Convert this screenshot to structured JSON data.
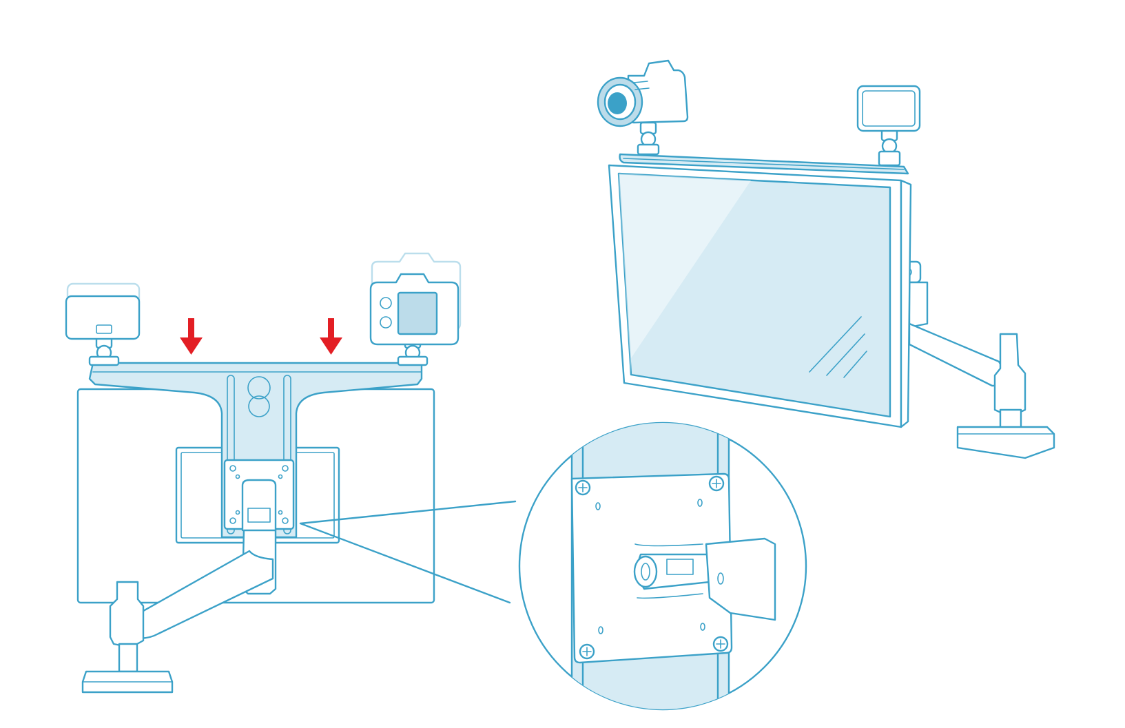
{
  "colors": {
    "line": "#3ba1c8",
    "tint": "#d6ebf4",
    "tint_strong": "#bcdcea",
    "arrow": "#e31e24",
    "background": "#ffffff"
  },
  "figures": [
    {
      "id": "rear-view",
      "subject": "monitor-rear-with-top-plate"
    },
    {
      "id": "front-view",
      "subject": "monitor-front-with-camera-and-light"
    },
    {
      "id": "detail-view",
      "subject": "vesa-plate-closeup"
    }
  ],
  "arrows": [
    {
      "id": "arrow-left",
      "direction": "down"
    },
    {
      "id": "arrow-right",
      "direction": "down"
    }
  ],
  "icons": [
    "camera-icon",
    "video-light-icon",
    "screw-icon",
    "monitor-arm-icon"
  ]
}
